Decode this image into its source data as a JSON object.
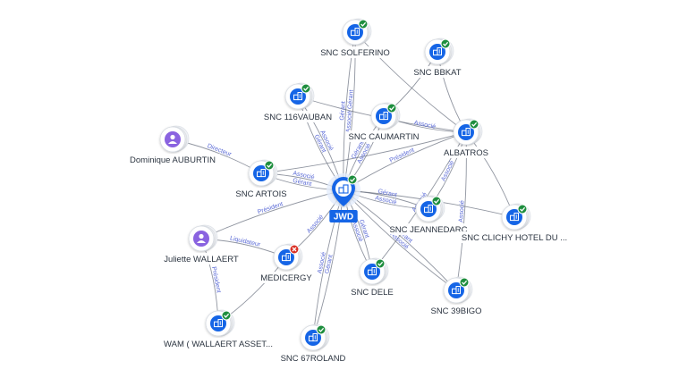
{
  "colors": {
    "company": "#1565e6",
    "person": "#8a63e0",
    "ok_badge": "#1e8e3e",
    "err_badge": "#d93025",
    "edge": "#6b7280",
    "edge_label": "#5a6ad6",
    "label_bg": "#ffffff"
  },
  "focus": {
    "id": "jwd",
    "label": "JWD",
    "icon": "building-icon",
    "badge": "ok"
  },
  "nodes": [
    {
      "id": "solferino",
      "label": "SNC SOLFERINO",
      "type": "company",
      "badge": "ok"
    },
    {
      "id": "bbkat",
      "label": "SNC BBKAT",
      "type": "company",
      "badge": "ok"
    },
    {
      "id": "vauban",
      "label": "SNC 116VAUBAN",
      "type": "company",
      "badge": "ok"
    },
    {
      "id": "caumartin",
      "label": "SNC CAUMARTIN",
      "type": "company",
      "badge": "ok"
    },
    {
      "id": "albatros",
      "label": "ALBATROS",
      "type": "company",
      "badge": "ok"
    },
    {
      "id": "auburtin",
      "label": "Dominique AUBURTIN",
      "type": "person",
      "badge": ""
    },
    {
      "id": "artois",
      "label": "SNC ARTOIS",
      "type": "company",
      "badge": "ok"
    },
    {
      "id": "jeannedarc",
      "label": "SNC JEANNEDARC",
      "type": "company",
      "badge": "ok"
    },
    {
      "id": "clichy",
      "label": "SNC CLICHY HOTEL DU ...",
      "type": "company",
      "badge": "ok"
    },
    {
      "id": "wallaert",
      "label": "Juliette WALLAERT",
      "type": "person",
      "badge": ""
    },
    {
      "id": "medicergy",
      "label": "MEDICERGY",
      "type": "company",
      "badge": "err"
    },
    {
      "id": "dele",
      "label": "SNC DELE",
      "type": "company",
      "badge": "ok"
    },
    {
      "id": "bigo",
      "label": "SNC 39BIGO",
      "type": "company",
      "badge": "ok"
    },
    {
      "id": "wam",
      "label": "WAM ( WALLAERT ASSET...",
      "type": "company",
      "badge": "ok"
    },
    {
      "id": "roland",
      "label": "SNC 67ROLAND",
      "type": "company",
      "badge": "ok"
    }
  ],
  "edges": [
    {
      "from": "jwd",
      "to": "solferino",
      "label": "Gérant"
    },
    {
      "from": "jwd",
      "to": "solferino",
      "label": "Associé Gérant"
    },
    {
      "from": "jwd",
      "to": "vauban",
      "label": "Gérant"
    },
    {
      "from": "jwd",
      "to": "vauban",
      "label": "Associé"
    },
    {
      "from": "jwd",
      "to": "caumartin",
      "label": "Gérant"
    },
    {
      "from": "jwd",
      "to": "caumartin",
      "label": "Associé"
    },
    {
      "from": "jwd",
      "to": "albatros",
      "label": "Président"
    },
    {
      "from": "jwd",
      "to": "artois",
      "label": "Gérant"
    },
    {
      "from": "jwd",
      "to": "artois",
      "label": "Associé"
    },
    {
      "from": "jwd",
      "to": "jeannedarc",
      "label": "Gérant"
    },
    {
      "from": "jwd",
      "to": "jeannedarc",
      "label": "Associé"
    },
    {
      "from": "jwd",
      "to": "medicergy",
      "label": "Associé"
    },
    {
      "from": "jwd",
      "to": "dele",
      "label": "Gérant"
    },
    {
      "from": "jwd",
      "to": "dele",
      "label": "Associé"
    },
    {
      "from": "jwd",
      "to": "roland",
      "label": "Gérant"
    },
    {
      "from": "jwd",
      "to": "roland",
      "label": "Associé"
    },
    {
      "from": "jwd",
      "to": "bigo",
      "label": "Gérant"
    },
    {
      "from": "jwd",
      "to": "bigo",
      "label": "Associé"
    },
    {
      "from": "wallaert",
      "to": "jwd",
      "label": "Président"
    },
    {
      "from": "auburtin",
      "to": "artois",
      "label": "Directeur"
    },
    {
      "from": "wallaert",
      "to": "medicergy",
      "label": "Liquidateur"
    },
    {
      "from": "wallaert",
      "to": "wam",
      "label": "Président"
    },
    {
      "from": "albatros",
      "to": "caumartin",
      "label": "Associé"
    },
    {
      "from": "albatros",
      "to": "bbkat",
      "label": ""
    },
    {
      "from": "albatros",
      "to": "vauban",
      "label": ""
    },
    {
      "from": "albatros",
      "to": "artois",
      "label": ""
    },
    {
      "from": "albatros",
      "to": "jeannedarc",
      "label": "Associé"
    },
    {
      "from": "albatros",
      "to": "dele",
      "label": "Associé"
    },
    {
      "from": "albatros",
      "to": "bigo",
      "label": "Associé"
    },
    {
      "from": "albatros",
      "to": "clichy",
      "label": ""
    },
    {
      "from": "albatros",
      "to": "solferino",
      "label": ""
    },
    {
      "from": "jwd",
      "to": "clichy",
      "label": ""
    },
    {
      "from": "medicergy",
      "to": "wam",
      "label": ""
    },
    {
      "from": "bbkat",
      "to": "caumartin",
      "label": ""
    }
  ]
}
